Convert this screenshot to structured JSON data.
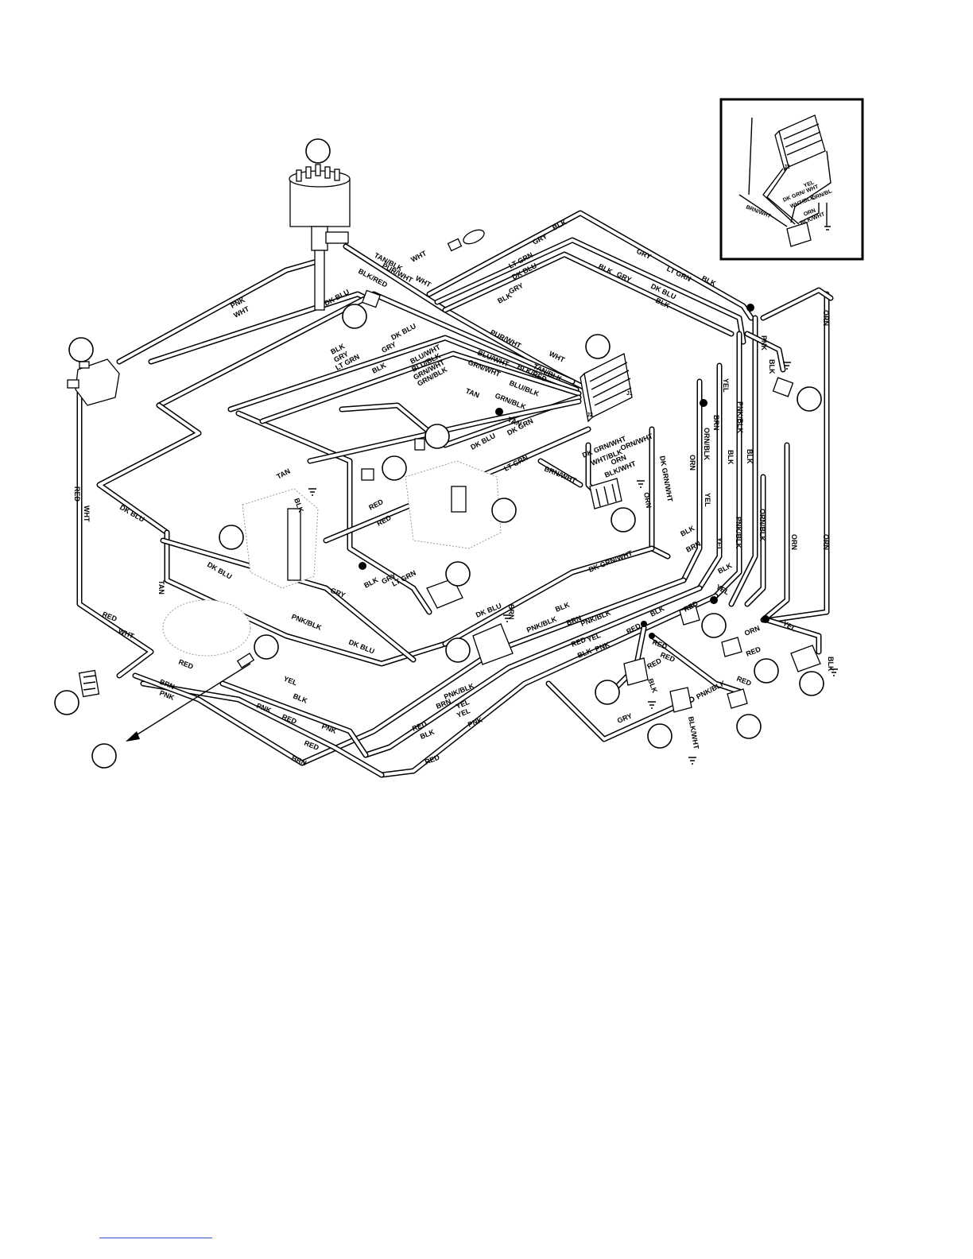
{
  "wire_labels": {
    "blk": "BLK",
    "gry": "GRY",
    "lt_grn": "LT GRN",
    "dk_blu": "DK BLU",
    "pur_wht": "PUR/WHT",
    "wht": "WHT",
    "tan_blk": "TAN/BLK",
    "blk_red": "BLK/RED",
    "tan": "TAN",
    "blu_wht": "BLU/WHT",
    "blu_blk": "BLU/BLK",
    "grn_wht": "GRN/WHT",
    "grn_blk": "GRN/BLK",
    "dk_grn": "DK GRN",
    "dk_grn_wht": "DK GRN/WHT",
    "wht_blk": "WHT/BLK",
    "orn_wht": "ORN/WHT",
    "orn": "ORN",
    "orn_blk": "ORN/BLK",
    "brn_wht": "BRN/WHT",
    "brn": "BRN",
    "pnk": "PNK",
    "pnk_blk": "PNK/BLK",
    "red": "RED",
    "yel": "YEL",
    "blk_wht": "BLK/WHT",
    "orn_bl": "ORN/BL"
  },
  "connectors": {
    "j1": "J1",
    "j2": "J2"
  },
  "inset": {
    "j2": "J2",
    "yel": "YEL",
    "dk_grn_wht": "DK GRN/ WHT",
    "wht_blk": "WHT/BLK",
    "orn_bl": "ORN/BL",
    "brn_wht": "BRN/WHT",
    "orn": "ORN",
    "blk_wht": "BLK/WHT"
  }
}
